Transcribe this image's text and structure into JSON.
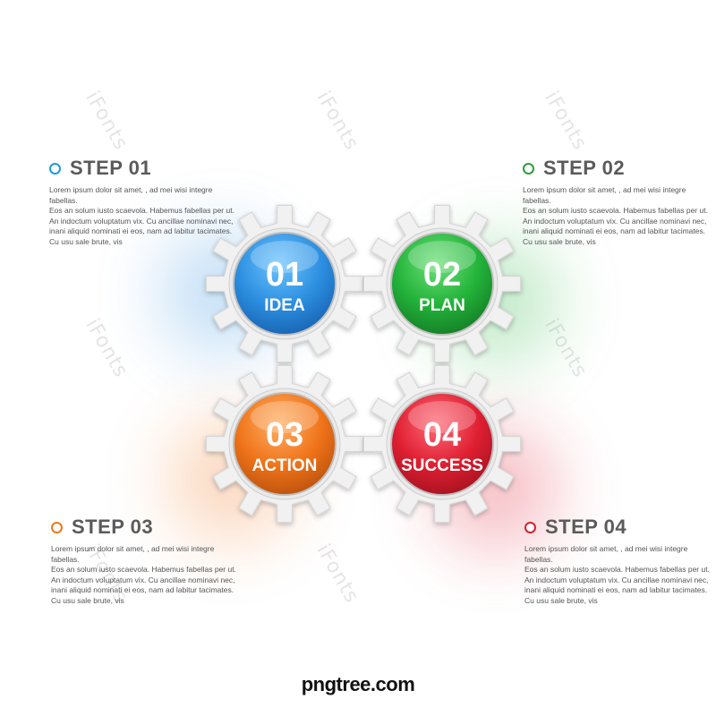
{
  "watermark": "iFonts",
  "steps": [
    {
      "title": "STEP 01",
      "color": "#1e9be0",
      "text": "Lorem ipsum dolor sit amet, , ad mei wisi integre fabellas.\nEos an solum iusto scaevola. Habemus fabellas per ut.\n An indoctum voluptatum vix. Cu ancillae nominavi nec,\ninani aliquid nominati ei eos, nam ad labitur tacimates.\nCu usu sale brute, vis"
    },
    {
      "title": "STEP 02",
      "color": "#2e9e3a",
      "text": "Lorem ipsum dolor sit amet, , ad mei wisi integre fabellas.\nEos an solum iusto scaevola. Habemus fabellas per ut.\n An indoctum voluptatum vix. Cu ancillae nominavi nec,\ninani aliquid nominati ei eos, nam ad labitur tacimates.\nCu usu sale brute, vis"
    },
    {
      "title": "STEP 03",
      "color": "#ef7a1a",
      "text": "Lorem ipsum dolor sit amet, , ad mei wisi integre fabellas.\nEos an solum iusto scaevola. Habemus fabellas per ut.\n An indoctum voluptatum vix. Cu ancillae nominavi nec,\ninani aliquid nominati ei eos, nam ad labitur tacimates.\nCu usu sale brute, vis"
    },
    {
      "title": "STEP 04",
      "color": "#d62230",
      "text": "Lorem ipsum dolor sit amet, , ad mei wisi integre fabellas.\nEos an solum iusto scaevola. Habemus fabellas per ut.\n An indoctum voluptatum vix. Cu ancillae nominavi nec,\ninani aliquid nominati ei eos, nam ad labitur tacimates.\nCu usu sale brute, vis"
    }
  ],
  "gears": [
    {
      "number": "01",
      "label": "IDEA",
      "color": "#2d8fe0",
      "light": "#6cc4ff",
      "dark": "#1661b0"
    },
    {
      "number": "02",
      "label": "PLAN",
      "color": "#23b33a",
      "light": "#6ee07a",
      "dark": "#147a25"
    },
    {
      "number": "03",
      "label": "ACTION",
      "color": "#f0741a",
      "light": "#ffb066",
      "dark": "#b8500c"
    },
    {
      "number": "04",
      "label": "SUCCESS",
      "color": "#df1f32",
      "light": "#ff6b78",
      "dark": "#a3121f"
    }
  ],
  "brand": "pngtree.com"
}
